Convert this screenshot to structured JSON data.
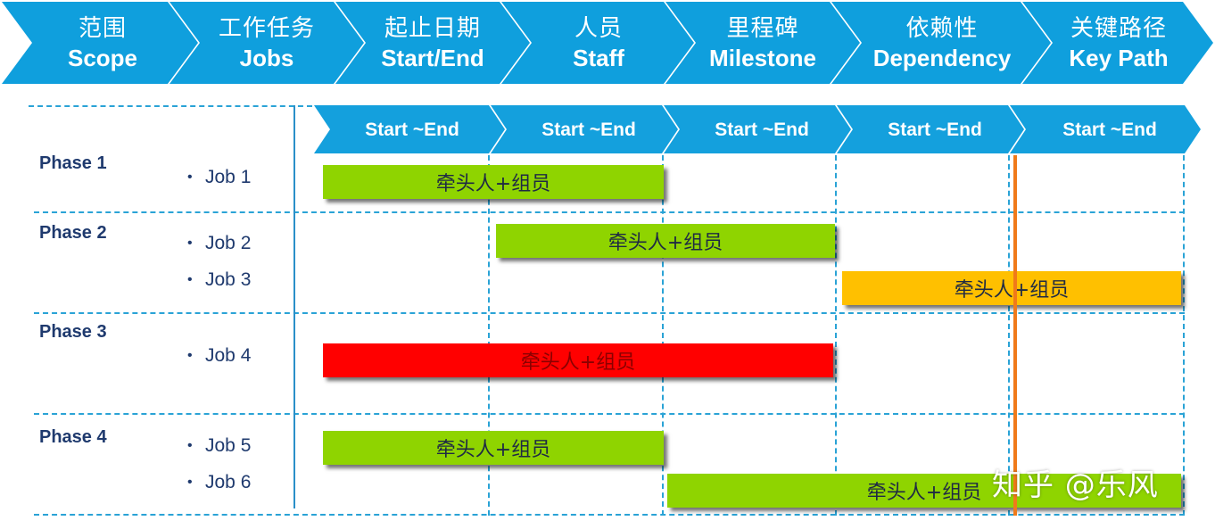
{
  "banner": [
    {
      "cn": "范围",
      "en": "Scope"
    },
    {
      "cn": "工作任务",
      "en": "Jobs"
    },
    {
      "cn": "起止日期",
      "en": "Start/End"
    },
    {
      "cn": "人员",
      "en": "Staff"
    },
    {
      "cn": "里程碑",
      "en": "Milestone"
    },
    {
      "cn": "依赖性",
      "en": "Dependency"
    },
    {
      "cn": "关键路径",
      "en": "Key Path"
    }
  ],
  "time_header": [
    "Start ~End",
    "Start ~End",
    "Start ~End",
    "Start ~End",
    "Start ~End"
  ],
  "phases": [
    "Phase 1",
    "Phase 2",
    "Phase 3",
    "Phase 4"
  ],
  "jobs": [
    "Job 1",
    "Job 2",
    "Job 3",
    "Job 4",
    "Job 5",
    "Job 6"
  ],
  "bullet": "•",
  "bars": [
    {
      "job": "Job 1",
      "label": "牵头人+组员",
      "color": "green"
    },
    {
      "job": "Job 2",
      "label": "牵头人+组员",
      "color": "green"
    },
    {
      "job": "Job 3",
      "label": "牵头人+组员",
      "color": "orange"
    },
    {
      "job": "Job 4",
      "label": "牵头人+组员",
      "color": "red"
    },
    {
      "job": "Job 5",
      "label": "牵头人+组员",
      "color": "green"
    },
    {
      "job": "Job 6",
      "label": "牵头人+组员",
      "color": "green"
    }
  ],
  "colors": {
    "banner": "#0f9fdd",
    "time_header": "#14a0dd",
    "grid": "#2aa3d6",
    "green": "#8fd400",
    "orange": "#ffc000",
    "red": "#ff0000",
    "milestone_line": "#f07a1a"
  },
  "watermark": "知乎 @乐风"
}
